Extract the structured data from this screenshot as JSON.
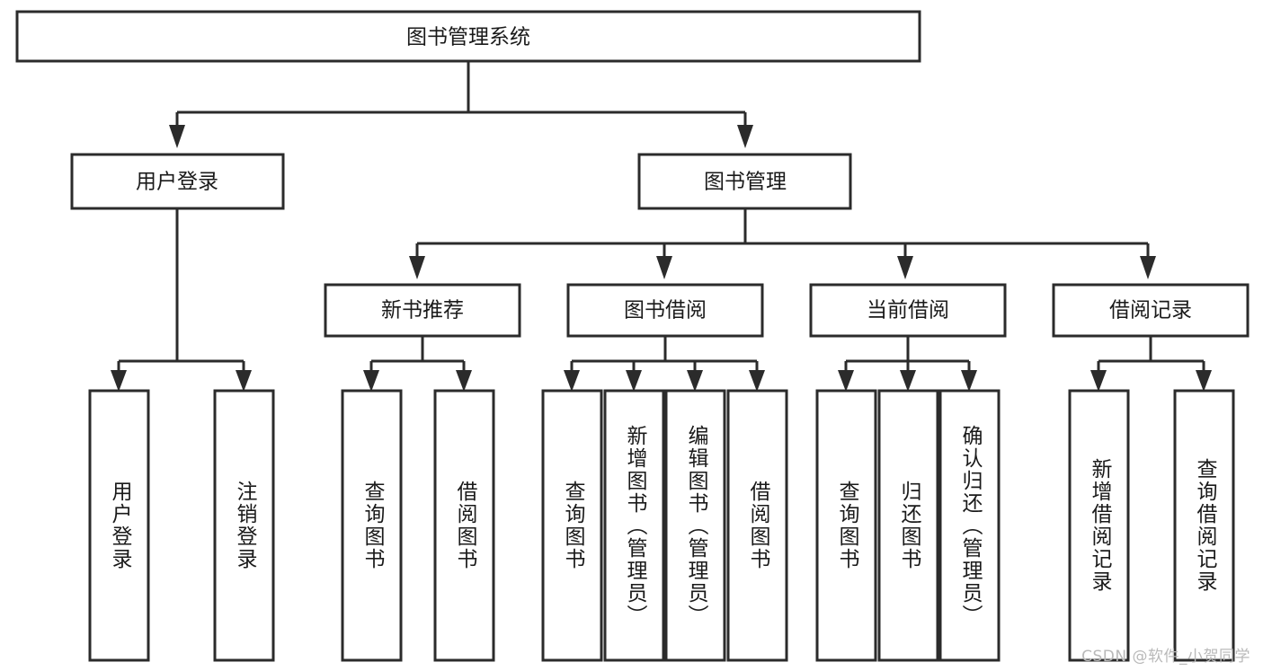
{
  "diagram": {
    "type": "tree",
    "title": "图书管理系统",
    "orientation": "top-down",
    "colors": {
      "stroke": "#2b2b2b",
      "fill": "#ffffff",
      "text": "#1a1a1a",
      "background": "#ffffff",
      "watermark": "#b9b9b9"
    },
    "root": {
      "label": "图书管理系统",
      "children": [
        {
          "label": "用户登录",
          "children": [
            {
              "label": "用户登录"
            },
            {
              "label": "注销登录"
            }
          ]
        },
        {
          "label": "图书管理",
          "children": [
            {
              "label": "新书推荐",
              "children": [
                {
                  "label": "查询图书"
                },
                {
                  "label": "借阅图书"
                }
              ]
            },
            {
              "label": "图书借阅",
              "children": [
                {
                  "label": "查询图书"
                },
                {
                  "label": "新增图书（管理员）"
                },
                {
                  "label": "编辑图书（管理员）"
                },
                {
                  "label": "借阅图书"
                }
              ]
            },
            {
              "label": "当前借阅",
              "children": [
                {
                  "label": "查询图书"
                },
                {
                  "label": "归还图书"
                },
                {
                  "label": "确认归还（管理员）"
                }
              ]
            },
            {
              "label": "借阅记录",
              "children": [
                {
                  "label": "新增借阅记录"
                },
                {
                  "label": "查询借阅记录"
                }
              ]
            }
          ]
        }
      ]
    }
  },
  "nodes": {
    "root": "图书管理系统",
    "l2": {
      "user_login": "用户登录",
      "book_manage": "图书管理"
    },
    "l3": {
      "new_book_rec": "新书推荐",
      "book_borrow": "图书借阅",
      "current_borrow": "当前借阅",
      "borrow_record": "借阅记录"
    },
    "leaves": {
      "user_login_1": "用户登录",
      "user_login_2": "注销登录",
      "rec_1": "查询图书",
      "rec_2": "借阅图书",
      "borrow_1": "查询图书",
      "borrow_2": "新增图书（管理员）",
      "borrow_3": "编辑图书（管理员）",
      "borrow_4": "借阅图书",
      "cur_1": "查询图书",
      "cur_2": "归还图书",
      "cur_3": "确认归还（管理员）",
      "rec_log_1": "新增借阅记录",
      "rec_log_2": "查询借阅记录"
    }
  },
  "watermark": {
    "text": "CSDN @软件_小贺同学"
  }
}
